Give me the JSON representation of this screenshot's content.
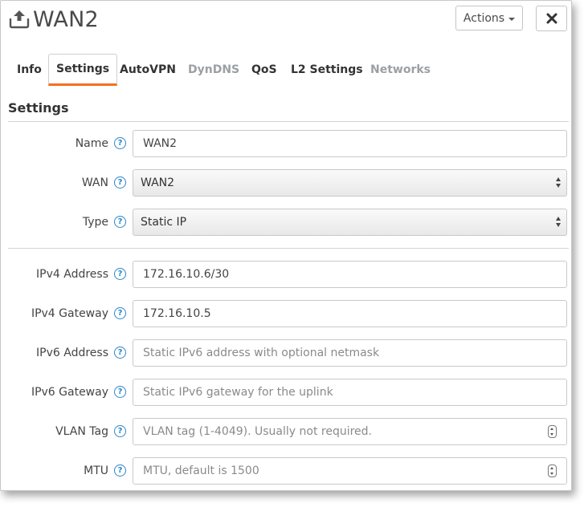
{
  "header": {
    "title": "WAN2",
    "title_icon": "upload-tray-icon",
    "actions_label": "Actions",
    "close_icon": "close-icon"
  },
  "tabs": [
    {
      "label": "Info",
      "state": "normal"
    },
    {
      "label": "Settings",
      "state": "active"
    },
    {
      "label": "AutoVPN",
      "state": "normal"
    },
    {
      "label": "DynDNS",
      "state": "disabled"
    },
    {
      "label": "QoS",
      "state": "normal"
    },
    {
      "label": "L2 Settings",
      "state": "normal"
    },
    {
      "label": "Networks",
      "state": "disabled"
    }
  ],
  "section": {
    "title": "Settings"
  },
  "help_glyph": "?",
  "fields": {
    "name": {
      "label": "Name",
      "value": "WAN2",
      "placeholder": ""
    },
    "wan": {
      "label": "WAN",
      "value": "WAN2"
    },
    "type": {
      "label": "Type",
      "value": "Static IP"
    },
    "ipv4_address": {
      "label": "IPv4 Address",
      "value": "172.16.10.6/30",
      "placeholder": ""
    },
    "ipv4_gateway": {
      "label": "IPv4 Gateway",
      "value": "172.16.10.5",
      "placeholder": ""
    },
    "ipv6_address": {
      "label": "IPv6 Address",
      "value": "",
      "placeholder": "Static IPv6 address with optional netmask"
    },
    "ipv6_gateway": {
      "label": "IPv6 Gateway",
      "value": "",
      "placeholder": "Static IPv6 gateway for the uplink"
    },
    "vlan_tag": {
      "label": "VLAN Tag",
      "value": "",
      "placeholder": "VLAN tag (1-4049). Usually not required."
    },
    "mtu": {
      "label": "MTU",
      "value": "",
      "placeholder": "MTU, default is 1500"
    }
  },
  "colors": {
    "accent_tab": "#f37021",
    "help_icon": "#2b87c9",
    "disabled_tab": "#9aa0a4",
    "text": "#333333"
  }
}
